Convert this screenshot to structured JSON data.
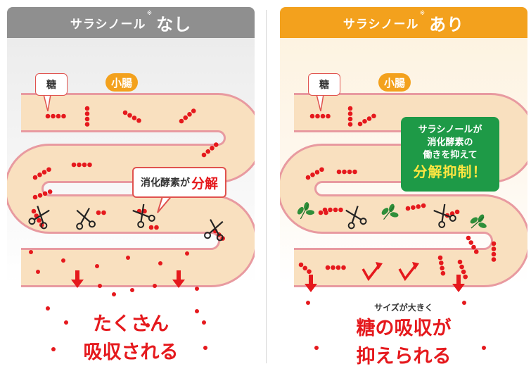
{
  "left": {
    "header_main": "サラシノール",
    "header_note": "※",
    "header_emph": "なし",
    "sugar_label": "糖",
    "intestine_label": "小腸",
    "enzyme_text": "消化酵素が",
    "enzyme_emph": "分解",
    "result_line1": "たくさん",
    "result_line2": "吸収される"
  },
  "right": {
    "header_main": "サラシノール",
    "header_note": "※",
    "header_emph": "あり",
    "sugar_label": "糖",
    "intestine_label": "小腸",
    "callout_line1": "サラシノールが",
    "callout_line2": "消化酵素の",
    "callout_line3": "働きを抑えて",
    "callout_emph": "分解抑制！",
    "size_note": "サイズが大きく",
    "result_line1": "糖の吸収が",
    "result_line2": "抑えられる"
  },
  "colors": {
    "header_gray": "#8f8f8f",
    "header_orange": "#f3a11d",
    "intestine_fill": "#f9e0bf",
    "intestine_border": "#e89aa0",
    "sugar_red": "#e5191d",
    "leaf_green": "#2f8f3a",
    "callout_green": "#1e9a47"
  }
}
